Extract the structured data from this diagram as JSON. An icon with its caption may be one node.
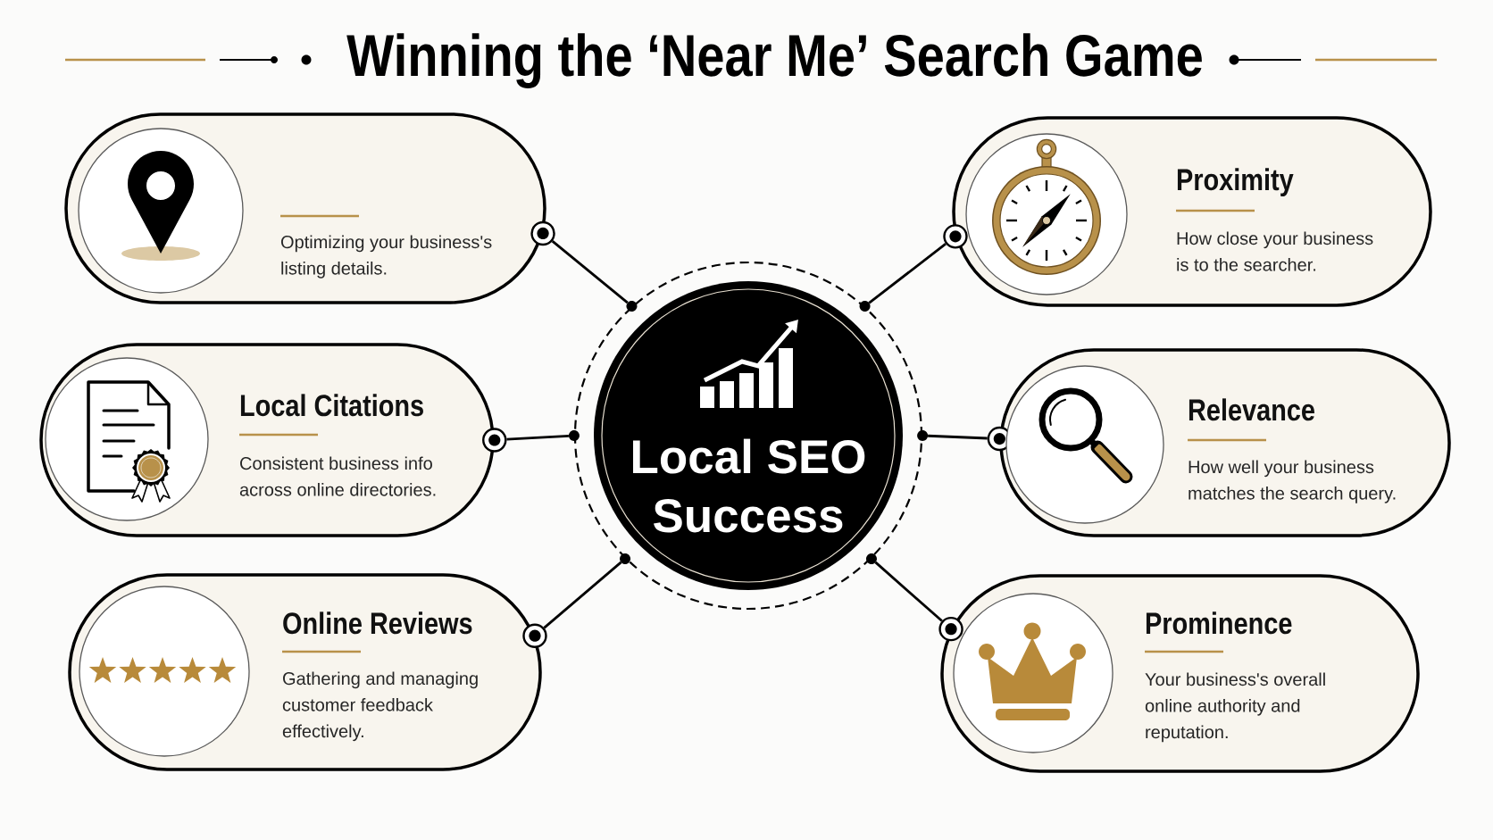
{
  "diagram": {
    "title": "Winning the ‘Near Me’ Search Game",
    "nodes": [
      {
        "text": [
          "Local SEO Success"
        ]
      },
      {
        "text": [
          "Optimizing your business's listing details."
        ]
      },
      {
        "text": [
          "Local Citations",
          "Consistent business info across online directories."
        ]
      },
      {
        "text": [
          "Online Reviews",
          "Gathering and managing customer feedback effectively."
        ]
      },
      {
        "text": [
          "Proximity",
          "How close your business is to the searcher."
        ]
      },
      {
        "text": [
          "Relevance",
          "How well your business matches the search query."
        ]
      },
      {
        "text": [
          "Prominence",
          "Your business's overall online authority and reputation."
        ]
      }
    ],
    "edges": [
      {
        "from": 0,
        "to": 1,
        "arrow": "none"
      },
      {
        "from": 0,
        "to": 2,
        "arrow": "none"
      },
      {
        "from": 0,
        "to": 3,
        "arrow": "none"
      },
      {
        "from": 0,
        "to": 4,
        "arrow": "none"
      },
      {
        "from": 0,
        "to": 5,
        "arrow": "none"
      },
      {
        "from": 0,
        "to": 6,
        "arrow": "none"
      }
    ]
  }
}
